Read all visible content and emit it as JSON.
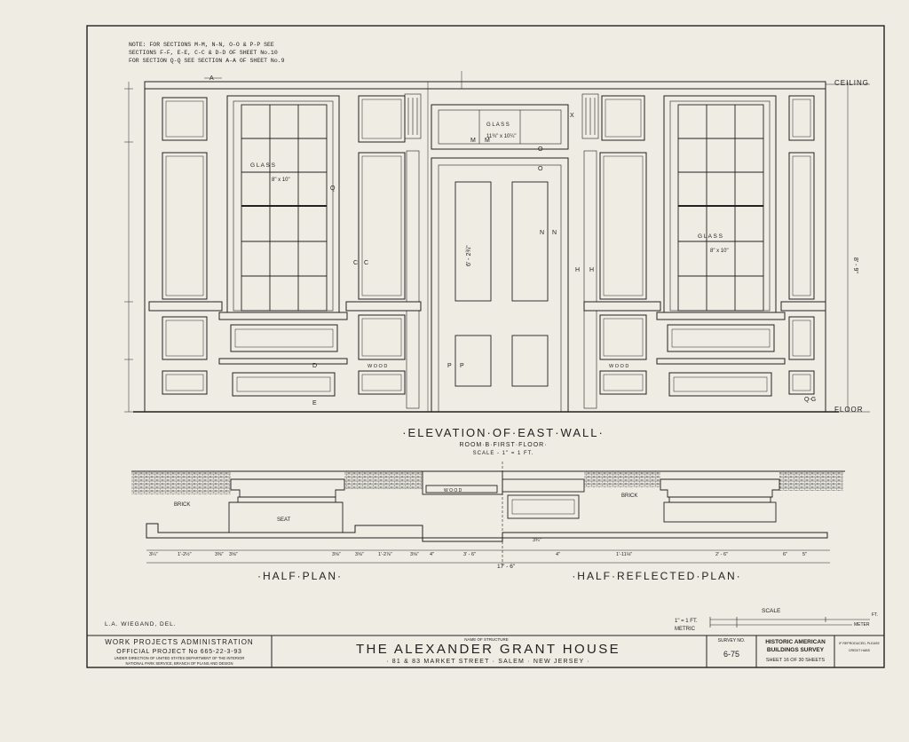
{
  "notes": [
    "NOTE: FOR SECTIONS M-M, N-N, O-O & P-P SEE",
    "SECTIONS F-F, E-E, C-C & D-D OF SHEET No.10",
    "FOR SECTION Q-Q SEE SECTION A-A OF SHEET No.9"
  ],
  "elevation": {
    "title": "·ELEVATION·OF·EAST·WALL·",
    "subtitle": "ROOM·B·FIRST·FLOOR·",
    "scale": "SCALE - 1\" = 1 FT.",
    "ceiling_label": "CEILING",
    "floor_label": "FLOOR",
    "glass_left": "G L A S S",
    "glass_left_size": "8\" x 10\"",
    "glass_right": "G L A S S",
    "glass_right_size": "8\" x 10\"",
    "transom_glass": "G L A S S",
    "transom_size": "11¾\" x 10¼\"",
    "wood_label": "W O O D",
    "wood_label_2": "W O O D",
    "overall_height": "8' - 9\"",
    "door_height": "6' - 2¾\"",
    "section_labels": [
      "A",
      "Q",
      "C",
      "C",
      "M",
      "M",
      "N",
      "N",
      "O",
      "O",
      "H",
      "H",
      "P",
      "P",
      "X",
      "D",
      "E",
      "Q-G"
    ]
  },
  "plan": {
    "brick_left": "BRICK",
    "brick_right": "BRICK",
    "seat_label": "SEAT",
    "wood_label": "W O O D",
    "overall_dim": "17' - 6\"",
    "half_plan": "·HALF·PLAN·",
    "half_reflected": "·HALF·REFLECTED·PLAN·",
    "dims": [
      "3¼\"",
      "1'-2½\"",
      "3⅜\"",
      "3⅝\"",
      "3⅝\"",
      "3⅝\"",
      "1'-2⅞\"",
      "3⅝\"",
      "4\"",
      "3' - 6\"",
      "4\"",
      "1'-11⅛\"",
      "2' - 6\"",
      "6\"",
      "5\"",
      "3¾\""
    ]
  },
  "delineator": "L.A. WIEGAND, DEL.",
  "scale_bar": {
    "label": "SCALE",
    "feet": "1\" = 1 FT.",
    "metric": "METRIC",
    "ft_unit": "FT.",
    "meter_unit": "METER"
  },
  "title_block": {
    "wpa_line1": "WORK PROJECTS ADMINISTRATION",
    "wpa_line2": "OFFICIAL PROJECT  No 665-22-3-93",
    "wpa_line3": "UNDER DIRECTION OF UNITED STATES DEPARTMENT OF THE INTERIOR",
    "wpa_line4": "NATIONAL PARK SERVICE, BRANCH OF PLANS AND DESIGN",
    "name_caption": "NAME OF STRUCTURE",
    "house_name": "THE ALEXANDER GRANT HOUSE",
    "address": "· 81 & 83 MARKET STREET · SALEM · NEW JERSEY ·",
    "survey_caption": "SURVEY NO.",
    "survey_no": "6-75",
    "habs_line1": "HISTORIC AMERICAN",
    "habs_line2": "BUILDINGS SURVEY",
    "sheet_info": "SHEET 16 OF 30 SHEETS",
    "stamp_line1": "IF REPRODUCED, PLEASE",
    "stamp_line2": "CREDIT HABS"
  }
}
